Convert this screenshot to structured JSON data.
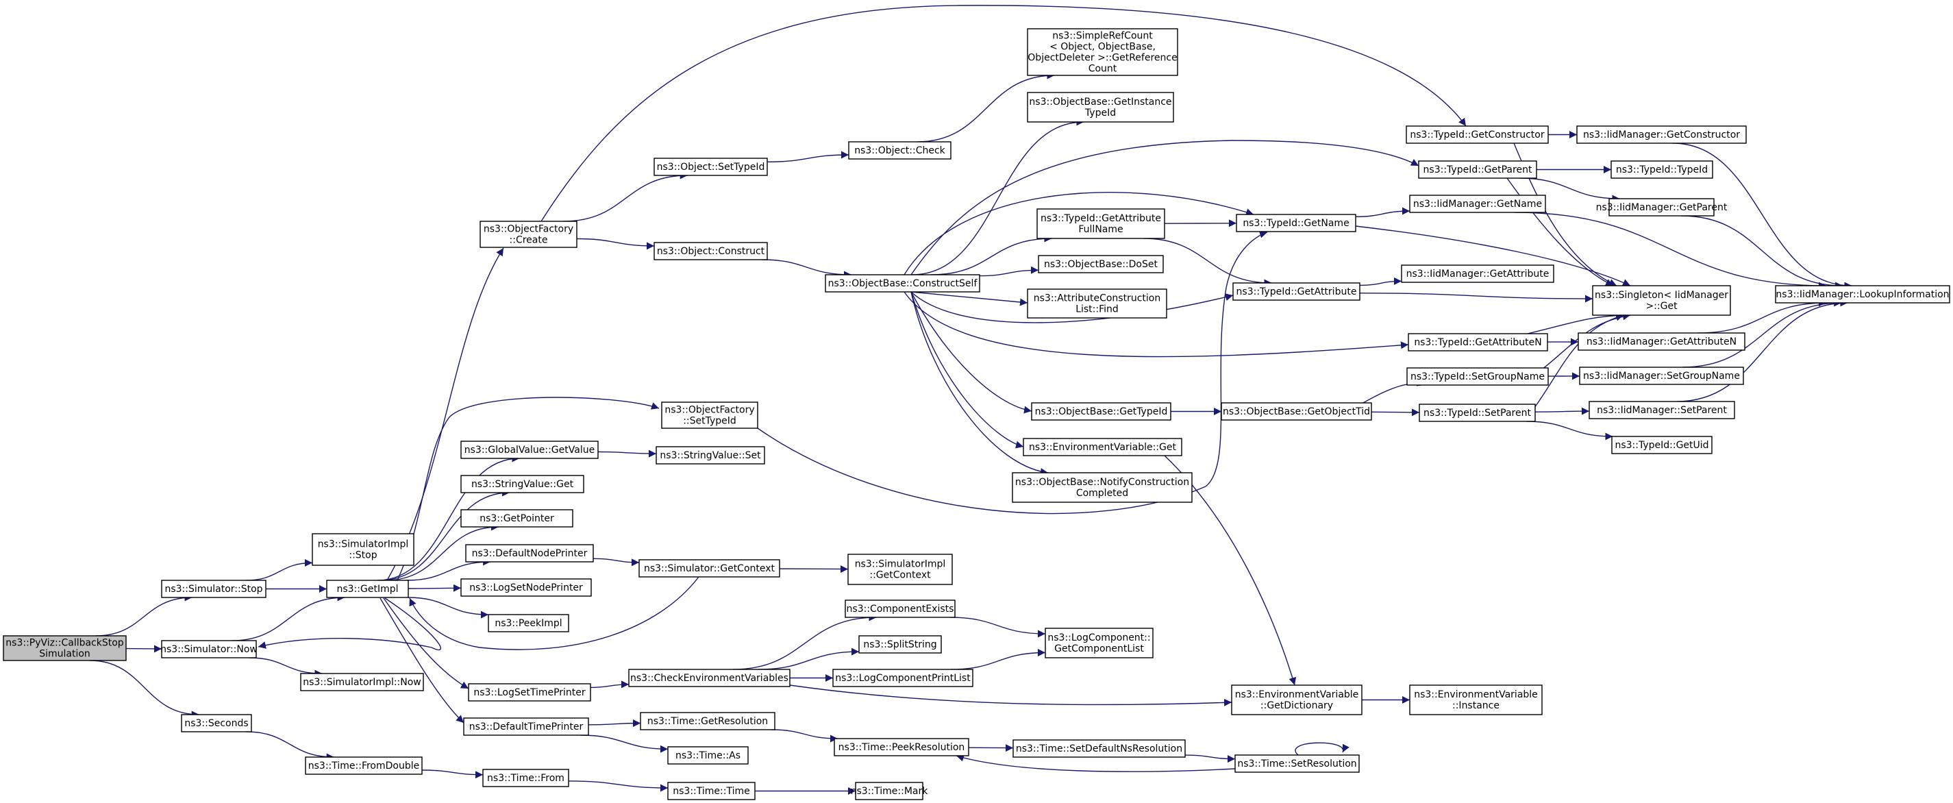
{
  "colors": {
    "edge": "#191970",
    "root_fill": "#bfbfbf",
    "node_fill": "#ffffff",
    "node_border": "#000000"
  },
  "nodes": [
    {
      "id": "root",
      "lines": [
        "ns3::PyViz::CallbackStop",
        "Simulation"
      ]
    },
    {
      "id": "simStop",
      "lines": [
        "ns3::Simulator::Stop"
      ]
    },
    {
      "id": "simNow",
      "lines": [
        "ns3::Simulator::Now"
      ]
    },
    {
      "id": "seconds",
      "lines": [
        "ns3::Seconds"
      ]
    },
    {
      "id": "implStop",
      "lines": [
        "ns3::SimulatorImpl",
        "::Stop"
      ]
    },
    {
      "id": "getImpl",
      "lines": [
        "ns3::GetImpl"
      ]
    },
    {
      "id": "implNow",
      "lines": [
        "ns3::SimulatorImpl::Now"
      ]
    },
    {
      "id": "fromDouble",
      "lines": [
        "ns3::Time::FromDouble"
      ]
    },
    {
      "id": "ofCreate",
      "lines": [
        "ns3::ObjectFactory",
        "::Create"
      ]
    },
    {
      "id": "ofSetTypeId",
      "lines": [
        "ns3::ObjectFactory",
        "::SetTypeId"
      ]
    },
    {
      "id": "gvGetValue",
      "lines": [
        "ns3::GlobalValue::GetValue"
      ]
    },
    {
      "id": "svGet",
      "lines": [
        "ns3::StringValue::Get"
      ]
    },
    {
      "id": "getPointer",
      "lines": [
        "ns3::GetPointer"
      ]
    },
    {
      "id": "defNodePrinter",
      "lines": [
        "ns3::DefaultNodePrinter"
      ]
    },
    {
      "id": "logSetNodePrinter",
      "lines": [
        "ns3::LogSetNodePrinter"
      ]
    },
    {
      "id": "peekImpl",
      "lines": [
        "ns3::PeekImpl"
      ]
    },
    {
      "id": "logSetTimePrinter",
      "lines": [
        "ns3::LogSetTimePrinter"
      ]
    },
    {
      "id": "defTimePrinter",
      "lines": [
        "ns3::DefaultTimePrinter"
      ]
    },
    {
      "id": "timeFrom",
      "lines": [
        "ns3::Time::From"
      ]
    },
    {
      "id": "objSetTypeId",
      "lines": [
        "ns3::Object::SetTypeId"
      ]
    },
    {
      "id": "objConstruct",
      "lines": [
        "ns3::Object::Construct"
      ]
    },
    {
      "id": "svSet",
      "lines": [
        "ns3::StringValue::Set"
      ]
    },
    {
      "id": "simGetContext",
      "lines": [
        "ns3::Simulator::GetContext"
      ]
    },
    {
      "id": "checkEnv",
      "lines": [
        "ns3::CheckEnvironmentVariables"
      ]
    },
    {
      "id": "timeGetRes",
      "lines": [
        "ns3::Time::GetResolution"
      ]
    },
    {
      "id": "timeAs",
      "lines": [
        "ns3::Time::As"
      ]
    },
    {
      "id": "timeTime",
      "lines": [
        "ns3::Time::Time"
      ]
    },
    {
      "id": "objCheck",
      "lines": [
        "ns3::Object::Check"
      ]
    },
    {
      "id": "obConstructSelf",
      "lines": [
        "ns3::ObjectBase::ConstructSelf"
      ]
    },
    {
      "id": "implGetContext",
      "lines": [
        "ns3::SimulatorImpl",
        "::GetContext"
      ]
    },
    {
      "id": "compExists",
      "lines": [
        "ns3::ComponentExists"
      ]
    },
    {
      "id": "splitString",
      "lines": [
        "ns3::SplitString"
      ]
    },
    {
      "id": "logCompPrintList",
      "lines": [
        "ns3::LogComponentPrintList"
      ]
    },
    {
      "id": "timePeekRes",
      "lines": [
        "ns3::Time::PeekResolution"
      ]
    },
    {
      "id": "timeMark",
      "lines": [
        "ns3::Time::Mark"
      ]
    },
    {
      "id": "simpleRefCount",
      "lines": [
        "ns3::SimpleRefCount",
        "< Object, ObjectBase,",
        "ObjectDeleter >::GetReference",
        "Count"
      ]
    },
    {
      "id": "obGetInstanceTypeId",
      "lines": [
        "ns3::ObjectBase::GetInstance",
        "TypeId"
      ]
    },
    {
      "id": "tidGetAttrFullName",
      "lines": [
        "ns3::TypeId::GetAttribute",
        "FullName"
      ]
    },
    {
      "id": "obDoSet",
      "lines": [
        "ns3::ObjectBase::DoSet"
      ]
    },
    {
      "id": "acListFind",
      "lines": [
        "ns3::AttributeConstruction",
        "List::Find"
      ]
    },
    {
      "id": "obGetTypeId",
      "lines": [
        "ns3::ObjectBase::GetTypeId"
      ]
    },
    {
      "id": "envGet",
      "lines": [
        "ns3::EnvironmentVariable::Get"
      ]
    },
    {
      "id": "obNotify",
      "lines": [
        "ns3::ObjectBase::NotifyConstruction",
        "Completed"
      ]
    },
    {
      "id": "logCompGetList",
      "lines": [
        "ns3::LogComponent::",
        "GetComponentList"
      ]
    },
    {
      "id": "timeSetDefNs",
      "lines": [
        "ns3::Time::SetDefaultNsResolution"
      ]
    },
    {
      "id": "tidGetName",
      "lines": [
        "ns3::TypeId::GetName"
      ]
    },
    {
      "id": "tidGetAttribute",
      "lines": [
        "ns3::TypeId::GetAttribute"
      ]
    },
    {
      "id": "obGetObjectTid",
      "lines": [
        "ns3::ObjectBase::GetObjectTid"
      ]
    },
    {
      "id": "envGetDict",
      "lines": [
        "ns3::EnvironmentVariable",
        "::GetDictionary"
      ]
    },
    {
      "id": "timeSetRes",
      "lines": [
        "ns3::Time::SetResolution"
      ]
    },
    {
      "id": "tidGetConstructor",
      "lines": [
        "ns3::TypeId::GetConstructor"
      ]
    },
    {
      "id": "tidGetParent",
      "lines": [
        "ns3::TypeId::GetParent"
      ]
    },
    {
      "id": "iidGetName",
      "lines": [
        "ns3::IidManager::GetName"
      ]
    },
    {
      "id": "iidGetAttribute",
      "lines": [
        "ns3::IidManager::GetAttribute"
      ]
    },
    {
      "id": "tidGetAttributeN",
      "lines": [
        "ns3::TypeId::GetAttributeN"
      ]
    },
    {
      "id": "tidSetGroupName",
      "lines": [
        "ns3::TypeId::SetGroupName"
      ]
    },
    {
      "id": "tidSetParent",
      "lines": [
        "ns3::TypeId::SetParent"
      ]
    },
    {
      "id": "envInstance",
      "lines": [
        "ns3::EnvironmentVariable",
        "::Instance"
      ]
    },
    {
      "id": "iidGetConstructor",
      "lines": [
        "ns3::IidManager::GetConstructor"
      ]
    },
    {
      "id": "tidTypeId",
      "lines": [
        "ns3::TypeId::TypeId"
      ]
    },
    {
      "id": "iidGetParent",
      "lines": [
        "ns3::IidManager::GetParent"
      ]
    },
    {
      "id": "singletonGet",
      "lines": [
        "ns3::Singleton< IidManager",
        " >::Get"
      ]
    },
    {
      "id": "iidGetAttributeN",
      "lines": [
        "ns3::IidManager::GetAttributeN"
      ]
    },
    {
      "id": "iidSetGroupName",
      "lines": [
        "ns3::IidManager::SetGroupName"
      ]
    },
    {
      "id": "iidSetParent",
      "lines": [
        "ns3::IidManager::SetParent"
      ]
    },
    {
      "id": "tidGetUid",
      "lines": [
        "ns3::TypeId::GetUid"
      ]
    },
    {
      "id": "iidLookup",
      "lines": [
        "ns3::IidManager::LookupInformation"
      ]
    }
  ]
}
